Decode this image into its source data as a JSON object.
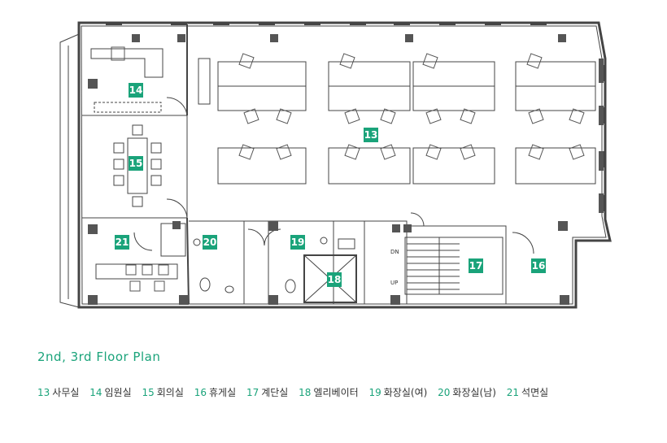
{
  "title": "2nd, 3rd Floor Plan",
  "rooms": [
    {
      "num": "13",
      "name": "사무실"
    },
    {
      "num": "14",
      "name": "임원실"
    },
    {
      "num": "15",
      "name": "회의실"
    },
    {
      "num": "16",
      "name": "휴게실"
    },
    {
      "num": "17",
      "name": "계단실"
    },
    {
      "num": "18",
      "name": "엘리베이터"
    },
    {
      "num": "19",
      "name": "화장실(여)"
    },
    {
      "num": "20",
      "name": "화장실(남)"
    },
    {
      "num": "21",
      "name": "석면실"
    }
  ],
  "stair_labels": {
    "down": "DN",
    "up": "UP"
  },
  "colors": {
    "accent": "#1aa37a",
    "wall": "#333333",
    "column": "#555555"
  }
}
